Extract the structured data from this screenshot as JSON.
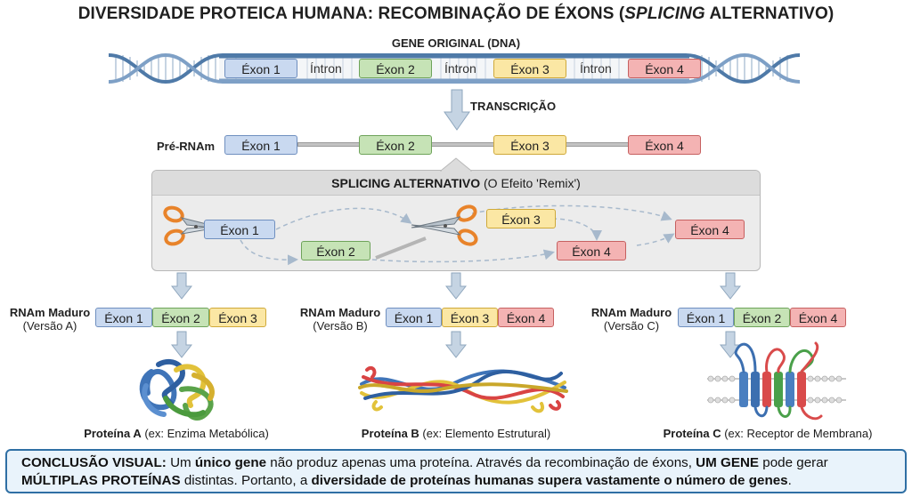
{
  "title": {
    "part1": "DIVERSIDADE PROTEICA HUMANA: RECOMBINAÇÃO DE ÉXONS (",
    "italic": "SPLICING",
    "part2": " ALTERNATIVO)"
  },
  "gene": {
    "label": "GENE ORIGINAL (DNA)",
    "exons": [
      "Éxon 1",
      "Éxon 2",
      "Éxon 3",
      "Éxon 4"
    ],
    "introns": [
      "Íntron",
      "Íntron",
      "Íntron"
    ]
  },
  "transcription": {
    "label": "TRANSCRIÇÃO"
  },
  "pre_mrna": {
    "label": "Pré-RNAm",
    "exons": [
      "Éxon 1",
      "Éxon 2",
      "Éxon 3",
      "Éxon 4"
    ]
  },
  "splicing": {
    "title_bold": "SPLICING ALTERNATIVO",
    "title_rest": " (O Efeito 'Remix')",
    "exons": [
      "Éxon 1",
      "Éxon 2",
      "Éxon 3",
      "Éxon 4",
      "Éxon 4"
    ]
  },
  "mature": [
    {
      "title": "RNAm Maduro",
      "version": "(Versão A)",
      "exons": [
        "Éxon 1",
        "Éxon 2",
        "Éxon 3"
      ]
    },
    {
      "title": "RNAm Maduro",
      "version": "(Versão B)",
      "exons": [
        "Éxon 1",
        "Éxon 3",
        "Éxon 4"
      ]
    },
    {
      "title": "RNAm Maduro",
      "version": "(Versão C)",
      "exons": [
        "Éxon 1",
        "Éxon 2",
        "Éxon 4"
      ]
    }
  ],
  "proteins": [
    {
      "bold": "Proteína A",
      "rest": " (ex: Enzima Metabólica)"
    },
    {
      "bold": "Proteína B",
      "rest": " (ex: Elemento Estrutural)"
    },
    {
      "bold": "Proteína C",
      "rest": " (ex: Receptor de Membrana)"
    }
  ],
  "conclusion": {
    "b1": "CONCLUSÃO VISUAL:",
    "t1": " Um ",
    "b2": "único gene",
    "t2": " não produz apenas uma proteína. Através da recombinação de éxons, ",
    "b3": "UM GENE",
    "t3": " pode gerar ",
    "b4": "MÚLTIPLAS PROTEÍNAS",
    "t4": " distintas. Portanto, a ",
    "b5": "diversidade de proteínas humanas supera vastamente o número de genes",
    "t5": "."
  },
  "colors": {
    "exon1": "#c9d9f0",
    "exon2": "#c6e3b6",
    "exon3": "#fbe7a4",
    "exon4": "#f4b3b3",
    "dna_blue": "#5b86b5",
    "arrow": "#b9cbdc",
    "conclusion_border": "#2f6fa4"
  }
}
